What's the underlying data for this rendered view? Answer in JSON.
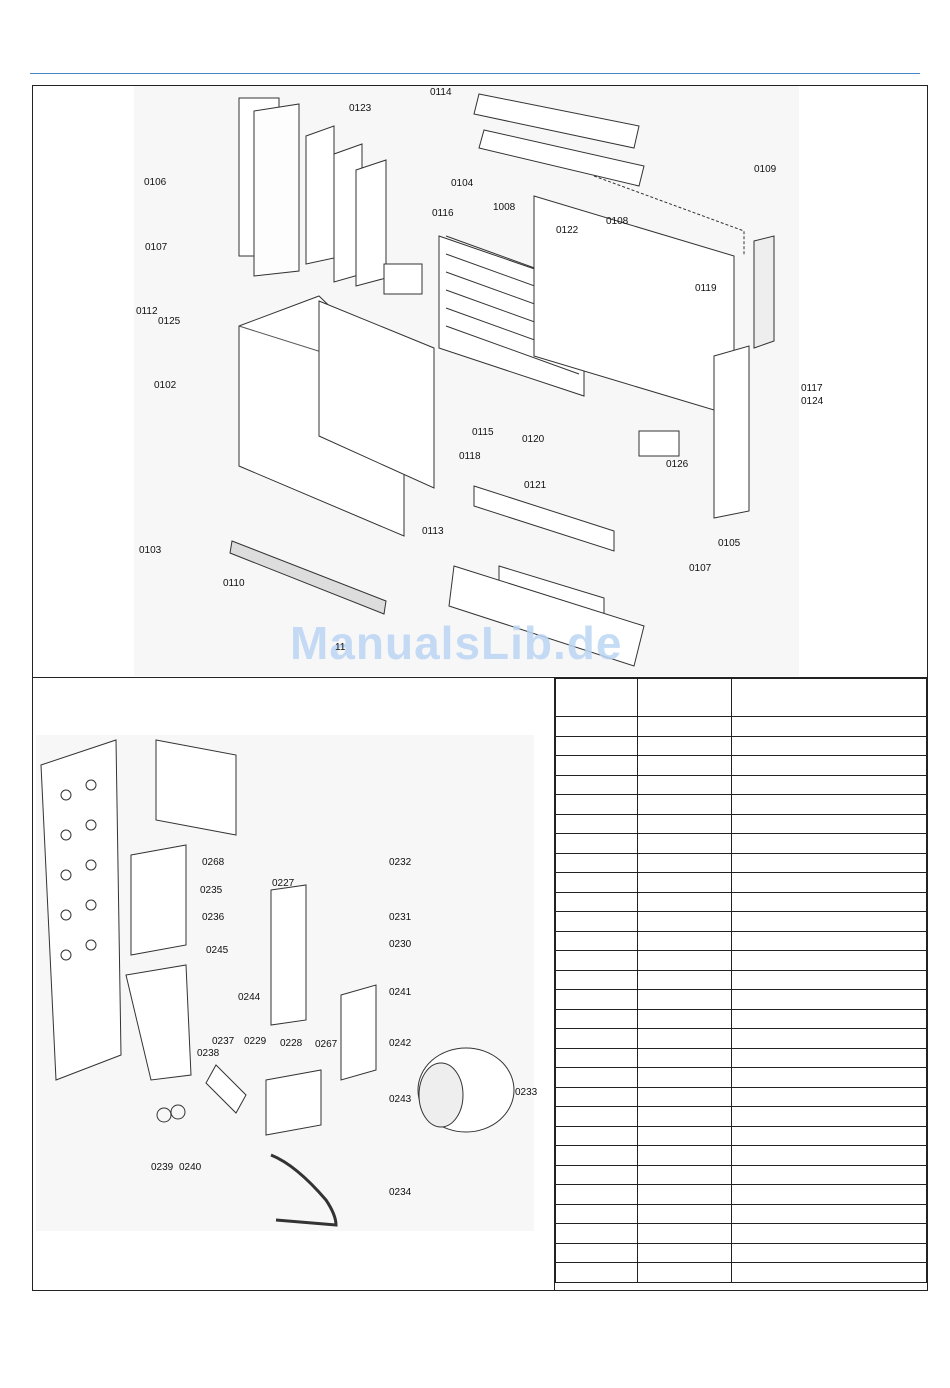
{
  "watermark": "ManualsLib.de",
  "top_callouts": [
    "0114",
    "0123",
    "0106",
    "0104",
    "1008",
    "0116",
    "0122",
    "0108",
    "0109",
    "0107",
    "0119",
    "0112",
    "0125",
    "0102",
    "0117",
    "0124",
    "0115",
    "0120",
    "0118",
    "0126",
    "0121",
    "0113",
    "0105",
    "0103",
    "0107",
    "0110",
    "11"
  ],
  "bottom_callouts": [
    "0268",
    "0232",
    "0227",
    "0235",
    "0231",
    "0236",
    "0230",
    "0245",
    "0241",
    "0244",
    "0237",
    "0229",
    "0228",
    "0267",
    "0242",
    "0238",
    "0233",
    "0243",
    "0239",
    "0240",
    "0234"
  ],
  "parts_table": {
    "columns": 3,
    "data_rows": 29
  }
}
